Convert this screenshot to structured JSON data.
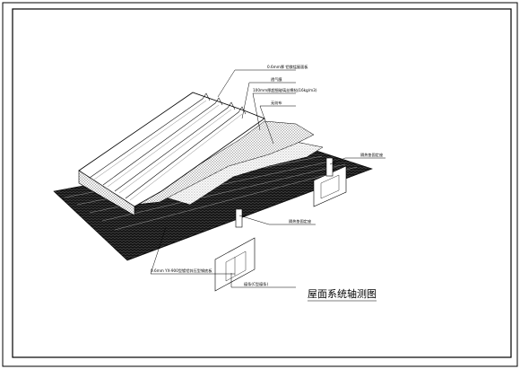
{
  "drawing": {
    "title": "屋面系统轴测图",
    "labels": {
      "top_panel": "0.6mm厚 铝镁锰屋面板",
      "breather_membrane": "透气膜",
      "insulation": "100mm厚超细玻璃丝棉毡(16kg/m3)",
      "vapour_barrier": "无纺布",
      "support_right": "隔热垫固定座",
      "support_mid": "隔热垫固定座",
      "bottom_deck": "0.6mm YX-900型镀铝锌压型钢底板",
      "purlin": "檩条(C型檩条)"
    }
  }
}
